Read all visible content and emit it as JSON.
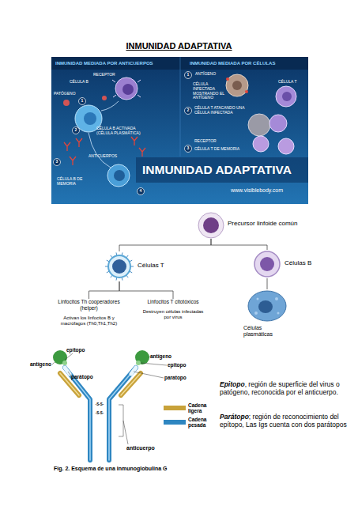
{
  "diagram": {
    "title": "INMUNIDAD ADAPTATIVA",
    "caption": "Fig. 2. Esquema de una inmunoglobulina G",
    "nodes": [
      {
        "text": [
          "Precursor linfoide común"
        ]
      },
      {
        "text": [
          "Células T"
        ]
      },
      {
        "text": [
          "Células B"
        ]
      },
      {
        "text": [
          "Linfocitos Th cooperadores (helper)",
          "Activan los linfocitos B y macrófagos (Th0,Th1,Th2)"
        ]
      },
      {
        "text": [
          "Linfocitos T citotóxicos",
          "Destruyen células infectadas por virus"
        ]
      },
      {
        "text": [
          "Células plasmáticas"
        ]
      }
    ],
    "edges": [
      {
        "from": 0,
        "to": 1,
        "arrow": "none"
      },
      {
        "from": 0,
        "to": 2,
        "arrow": "none"
      },
      {
        "from": 1,
        "to": 3,
        "arrow": "none"
      },
      {
        "from": 1,
        "to": 4,
        "arrow": "none"
      },
      {
        "from": 2,
        "to": 5,
        "arrow": "none"
      }
    ],
    "labels": [
      "INMUNIDAD MEDIADA POR ANTICUERPOS",
      "INMUNIDAD MEDIADA POR CÉLULAS",
      "RECEPTOR",
      "CÉLULA B",
      "PATÓGENO",
      "1",
      "2",
      "CÉLULA B ACTIVADA (CÉLULA PLASMÁTICA)",
      "3",
      "ANTICUERPOS",
      "CÉLULA B DE MEMORIA",
      "4",
      "1",
      "ANTÍGENO",
      "CÉLULA INFECTADA MOSTRANDO EL ANTÍGENO",
      "CÉLULA T",
      "2",
      "CÉLULA T ATACANDO UNA CÉLULA INFECTADA",
      "3",
      "RECEPTOR",
      "CÉLULA T DE MEMORIA",
      "INMUNIDAD ADAPTATIVA",
      "www.visiblebody.com",
      "epítopo",
      "antígeno",
      "parátopo",
      "antígeno",
      "epitopo",
      "paratopo",
      "-S-S-",
      "-S-S-",
      "anticuerpo",
      "Epitopo",
      ", región de superficie del virus o patógeno, reconocida por el anticuerpo.",
      "Parátopo",
      "; región de reconocimiento del epítopo, Las Igs cuenta con dos parátopos"
    ],
    "legend": [
      {
        "text": "Cadena ligera",
        "color": "#c8a23a"
      },
      {
        "text": "Cadena pesada",
        "color": "#2e86c1"
      }
    ]
  }
}
